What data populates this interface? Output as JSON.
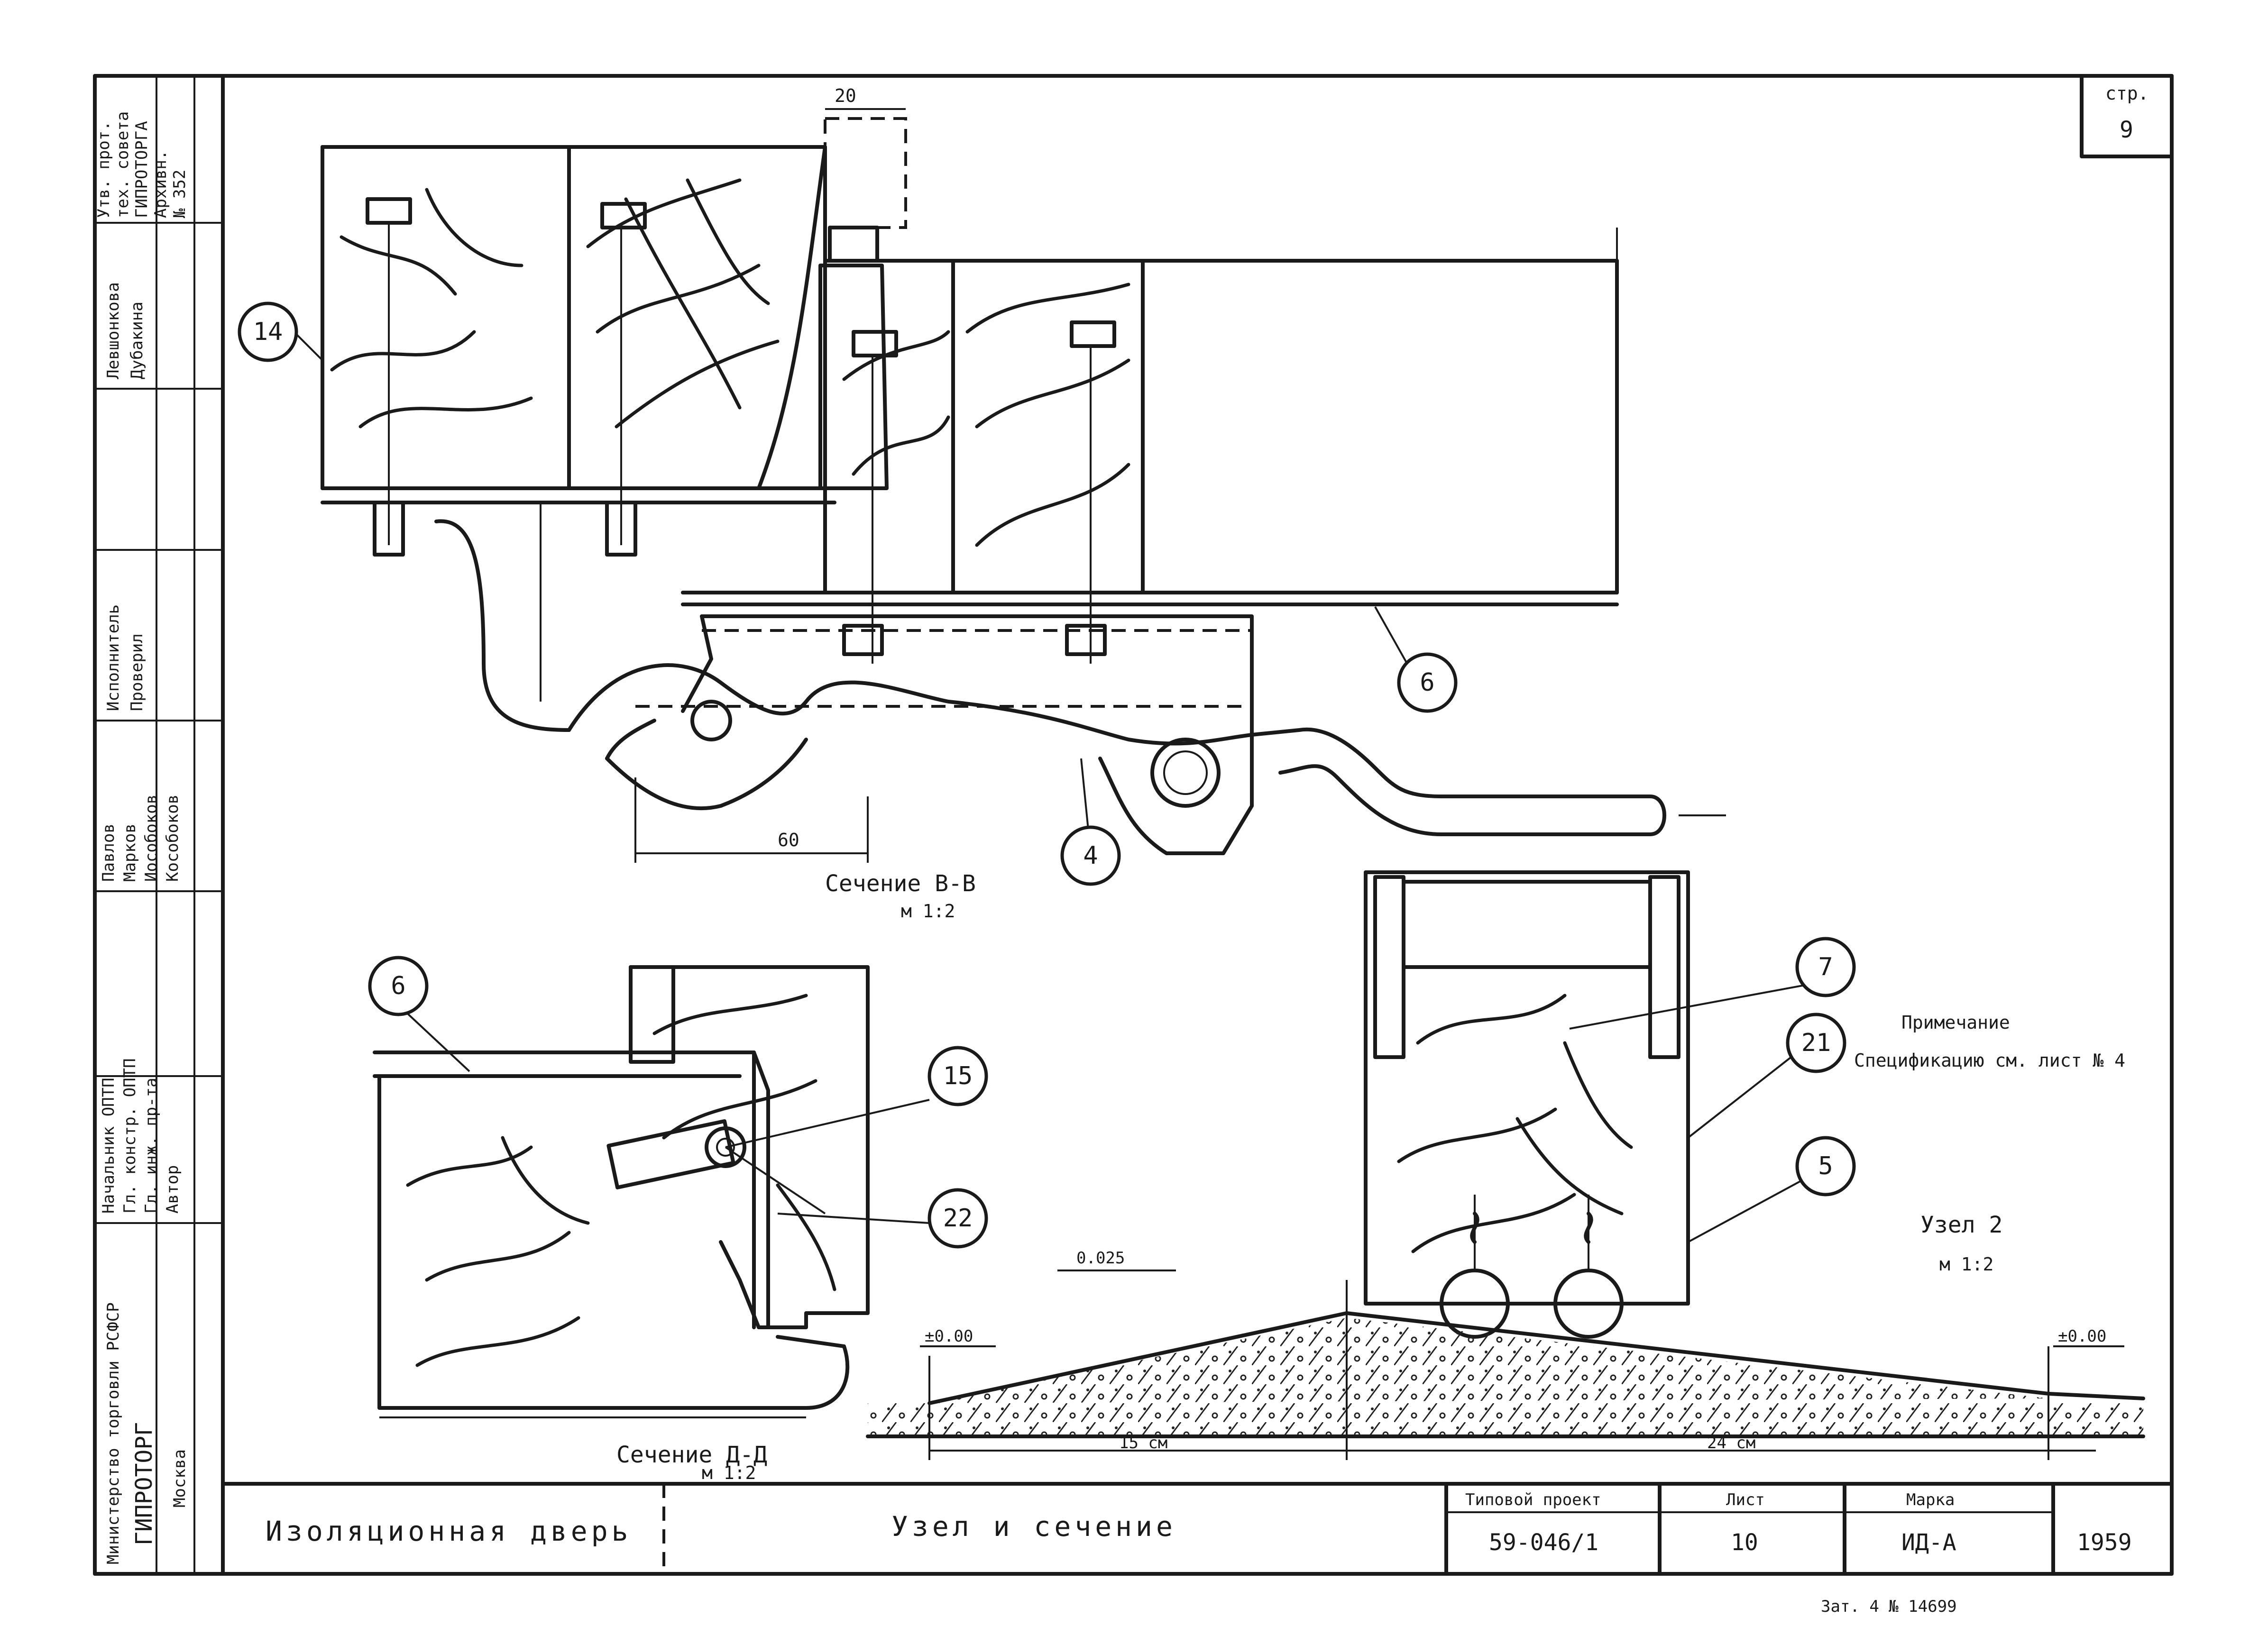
{
  "sheet_corner": {
    "label": "стр.",
    "number": "9"
  },
  "side_block": {
    "org_top": [
      "Министерство торговли РСФСР",
      "ГИПРОТОРГ",
      "Москва"
    ],
    "role_labels": [
      "Начальник ОПТП",
      "Гл. констр. ОПТП",
      "Гл. инж. пр-та",
      "Автор"
    ],
    "names_a": [
      "Павлов",
      "Марков",
      "Иособоков",
      "Кособоков"
    ],
    "exec_labels": [
      "Исполнитель",
      "Проверил"
    ],
    "names_b": [
      "Левшонкова",
      "Дубакина"
    ],
    "top_note": [
      "Утв. прот.",
      "тех. совета",
      "ГИПРОТОРГА",
      "Архивн.",
      "№ 352"
    ]
  },
  "callouts": [
    "14",
    "6",
    "4",
    "6",
    "15",
    "22",
    "7",
    "21",
    "5"
  ],
  "dims": {
    "top_20": "20",
    "dim_60": "60",
    "level_0025": "0.025",
    "level_000a": "±0.00",
    "level_000b": "±0.00",
    "dim_15cm": "15 см",
    "dim_24": "24 см"
  },
  "section_bb": {
    "title": "Сечение В-В",
    "scale": "м 1:2"
  },
  "section_dd": {
    "title": "Сечение Д-Д",
    "scale": "м 1:2"
  },
  "node2": {
    "title": "Узел 2",
    "scale": "м 1:2"
  },
  "note": {
    "title": "Примечание",
    "text": "Спецификацию см. лист № 4"
  },
  "title_block": {
    "object": "Изоляционная дверь",
    "sheet_title": "Узел и сечение",
    "project_label": "Типовой проект",
    "project_no": "59-046/1",
    "list_label": "Лист",
    "list_no": "10",
    "mark_label": "Марка",
    "mark": "ИД-А",
    "year": "1959"
  },
  "bottom_note": "Зат. 4 № 14699"
}
